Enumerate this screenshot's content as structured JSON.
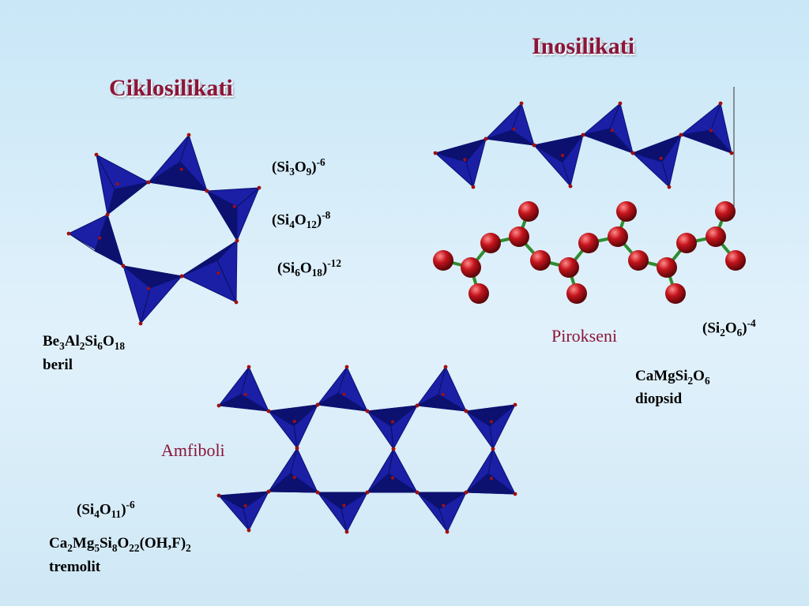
{
  "colors": {
    "title": "#8b1538",
    "tetrahedron": "#1a1fa6",
    "tetrahedron_dark": "#0c1170",
    "vertex": "#a01010",
    "atom": "#c4141c",
    "bond": "#2f8b2f"
  },
  "titles": {
    "cyclo": "Ciklosilikati",
    "ino": "Inosilikati"
  },
  "sections": {
    "pyroxene": "Pirokseni",
    "amphibole": "Amfiboli"
  },
  "formulas": {
    "si3o9": [
      {
        "t": "(Si"
      },
      {
        "t": "3",
        "sub": true
      },
      {
        "t": "O"
      },
      {
        "t": "9",
        "sub": true
      },
      {
        "t": ")"
      },
      {
        "t": "-6",
        "sup": true
      }
    ],
    "si4o12": [
      {
        "t": "(Si"
      },
      {
        "t": "4",
        "sub": true
      },
      {
        "t": "O"
      },
      {
        "t": "12",
        "sub": true
      },
      {
        "t": ")"
      },
      {
        "t": "-8",
        "sup": true
      }
    ],
    "si6o18": [
      {
        "t": "(Si"
      },
      {
        "t": "6",
        "sub": true
      },
      {
        "t": "O"
      },
      {
        "t": "18",
        "sub": true
      },
      {
        "t": ")"
      },
      {
        "t": "-12",
        "sup": true
      }
    ],
    "beryl": [
      {
        "t": "Be"
      },
      {
        "t": "3",
        "sub": true
      },
      {
        "t": "Al"
      },
      {
        "t": "2",
        "sub": true
      },
      {
        "t": "Si"
      },
      {
        "t": "6",
        "sub": true
      },
      {
        "t": "O"
      },
      {
        "t": "18",
        "sub": true
      }
    ],
    "si2o6": [
      {
        "t": "(Si"
      },
      {
        "t": "2",
        "sub": true
      },
      {
        "t": "O"
      },
      {
        "t": "6",
        "sub": true
      },
      {
        "t": ")"
      },
      {
        "t": "-4",
        "sup": true
      }
    ],
    "diopside": [
      {
        "t": "CaMgSi"
      },
      {
        "t": "2",
        "sub": true
      },
      {
        "t": "O"
      },
      {
        "t": "6",
        "sub": true
      }
    ],
    "si4o11": [
      {
        "t": "(Si"
      },
      {
        "t": "4",
        "sub": true
      },
      {
        "t": "O"
      },
      {
        "t": "11",
        "sub": true
      },
      {
        "t": ")"
      },
      {
        "t": "-6",
        "sup": true
      }
    ],
    "tremolite": [
      {
        "t": "Ca"
      },
      {
        "t": "2",
        "sub": true
      },
      {
        "t": "Mg"
      },
      {
        "t": "5",
        "sub": true
      },
      {
        "t": "Si"
      },
      {
        "t": "8",
        "sub": true
      },
      {
        "t": "O"
      },
      {
        "t": "22",
        "sub": true
      },
      {
        "t": "(OH,F)"
      },
      {
        "t": "2",
        "sub": true
      }
    ]
  },
  "minerals": {
    "beryl": "beril",
    "diopside": "diopsid",
    "tremolite": "tremolit"
  }
}
